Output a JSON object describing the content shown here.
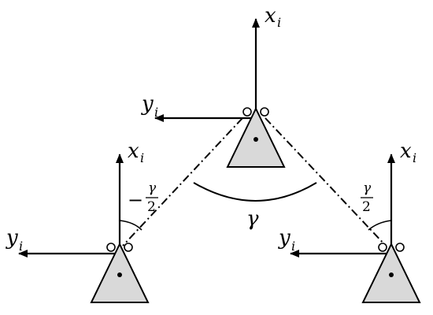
{
  "labels": {
    "axis_x_main": "x",
    "axis_y_main": "y",
    "axis_sub": "i",
    "angle_symbol": "γ",
    "minus_sign": "−",
    "frac_num": "γ",
    "frac_den": "2"
  },
  "colors": {
    "stroke": "#000000",
    "triangle_fill": "#d9d9d9",
    "caster_fill": "#ffffff"
  }
}
